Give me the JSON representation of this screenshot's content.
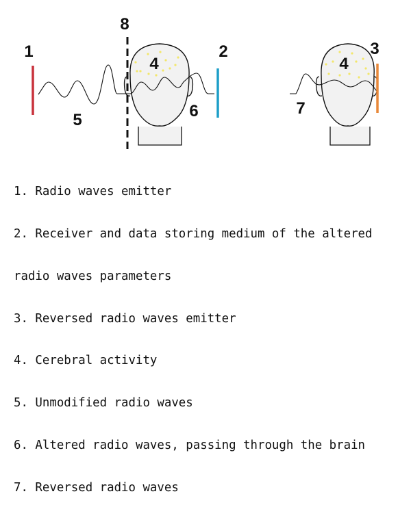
{
  "diagram": {
    "labels": {
      "emitter": "1",
      "receiver": "2",
      "reversed_emitter": "3",
      "cerebral_activity_1": "4",
      "cerebral_activity_2": "4",
      "unmodified_waves": "5",
      "altered_waves": "6",
      "reversed_waves": "7",
      "barrier": "8"
    },
    "colors": {
      "emitter": "#c8323c",
      "receiver": "#1e9fc8",
      "reversed_emitter": "#e8883a",
      "activity_dots": "#f3e76a",
      "head_fill": "#f2f2f2"
    }
  },
  "legend": [
    "1. Radio waves emitter",
    "2. Receiver and data storing medium of the altered",
    "radio waves parameters",
    "3. Reversed radio waves emitter",
    "4. Cerebral activity",
    "5. Unmodified radio waves",
    "6. Altered radio waves, passing through the brain",
    "7. Reversed radio waves"
  ]
}
